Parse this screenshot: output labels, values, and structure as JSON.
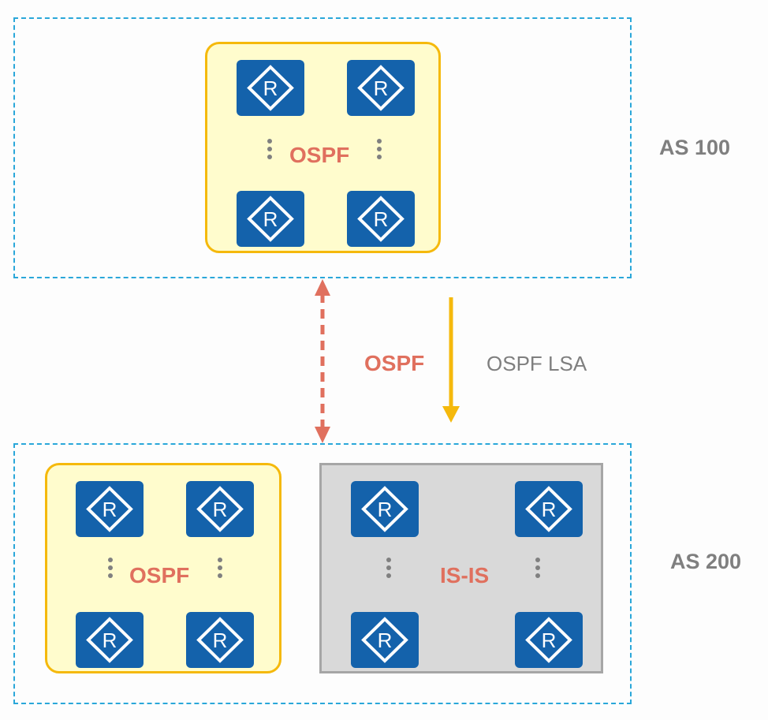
{
  "diagram": {
    "as_top": {
      "label": "AS 100",
      "protocol_domains": [
        {
          "label": "OSPF",
          "routers": 4
        }
      ]
    },
    "as_bottom": {
      "label": "AS 200",
      "protocol_domains": [
        {
          "label": "OSPF",
          "routers": 4
        },
        {
          "label": "IS-IS",
          "routers": 4
        }
      ]
    },
    "links": {
      "peering_label": "OSPF",
      "lsa_label": "OSPF LSA"
    },
    "router_glyph": "R",
    "colors": {
      "as_border": "#2aa7d9",
      "ospf_fill": "#fffccd",
      "ospf_border": "#f5b90c",
      "isis_fill": "#d9d9d9",
      "isis_border": "#a6a6a6",
      "router_fill": "#1462ab",
      "protocol_text": "#e0705e",
      "as_text": "#7f7f7f",
      "peering_arrow": "#e0705e",
      "lsa_arrow": "#f5b90c"
    }
  }
}
